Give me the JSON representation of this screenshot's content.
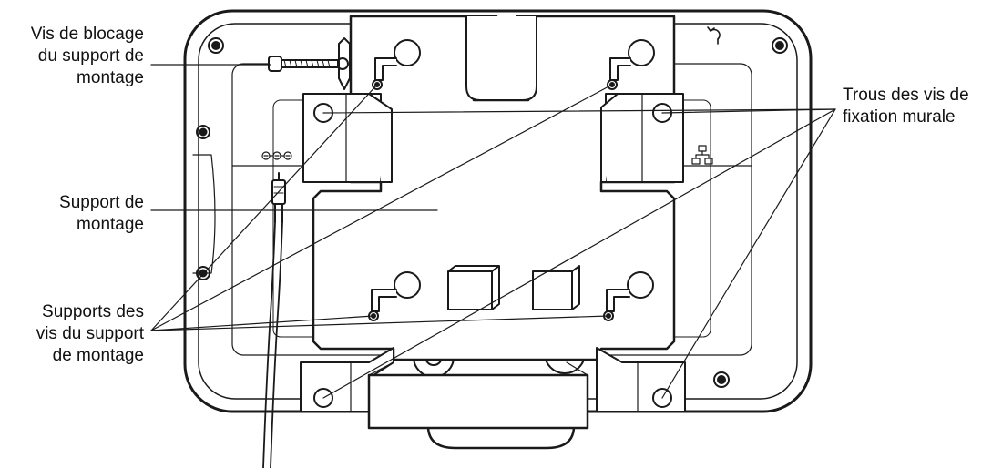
{
  "labels": {
    "locking_screw": {
      "lines": [
        "Vis de blocage",
        "du support de",
        "montage"
      ]
    },
    "bracket": {
      "lines": [
        "Support de",
        "montage"
      ]
    },
    "screw_supports": {
      "lines": [
        "Supports des",
        "vis du support",
        "de montage"
      ]
    },
    "wall_holes": {
      "lines": [
        "Trous des vis de",
        "fixation murale"
      ]
    }
  },
  "colors": {
    "stroke": "#1a1a1a",
    "device_fill": "#ffffff",
    "bracket_fill": "#ffffff",
    "text": "#111111"
  },
  "icons": [
    "power-connector-icon",
    "ethernet-port-icon",
    "rotate-arrow-icon"
  ]
}
